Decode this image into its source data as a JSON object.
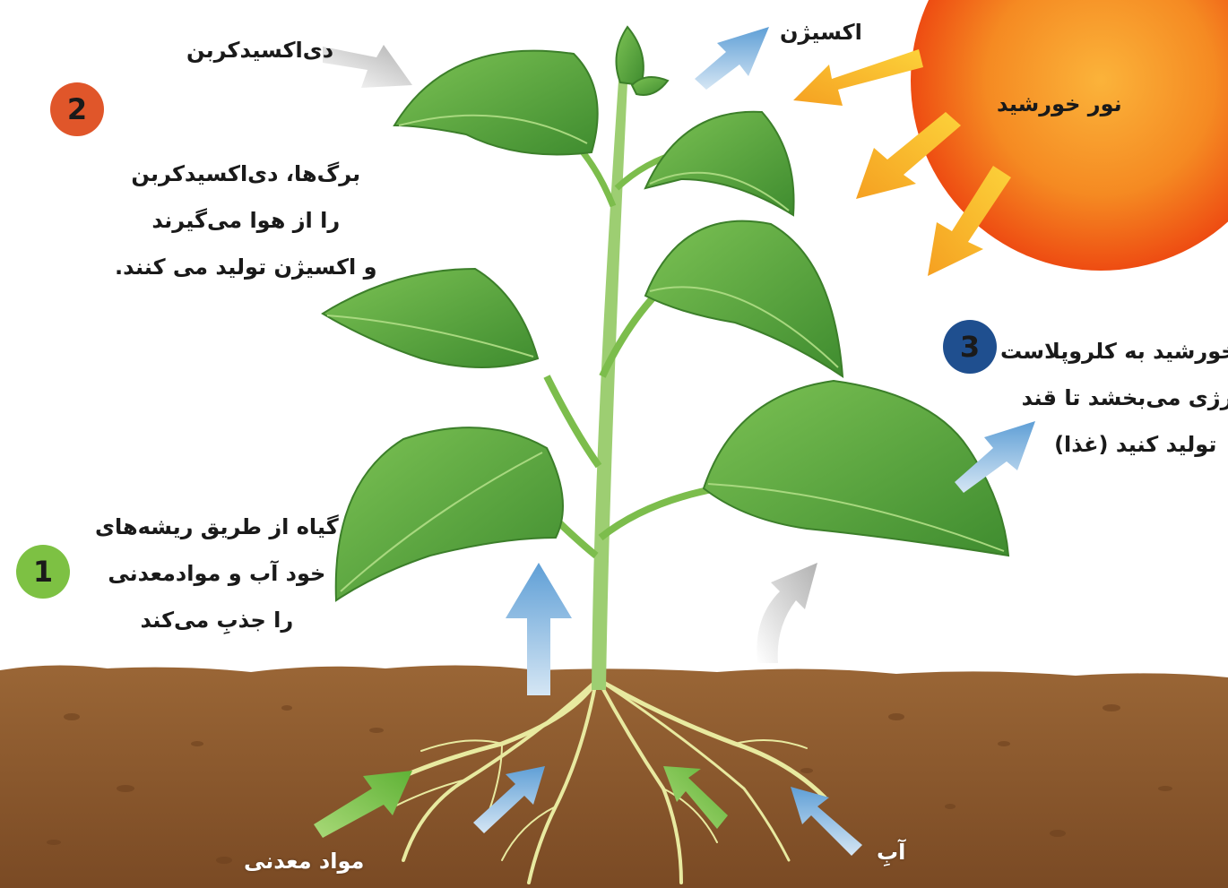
{
  "labels": {
    "carbon_dioxide": "دی‌اکسیدکربن",
    "oxygen": "اکسیژن",
    "sunlight": "نور خورشید",
    "minerals": "مواد معدنی",
    "water": "آبِ"
  },
  "steps": [
    {
      "number": "1",
      "color": "#7dc143",
      "lines": [
        "گیاه از طریق ریشه‌های",
        "خود آب و موادمعدنی",
        "را جذبِ می‌کند"
      ]
    },
    {
      "number": "2",
      "color": "#e0562a",
      "lines": [
        "برگ‌ها، دی‌اکسیدکربن",
        "را از هوا می‌گیرند",
        "و اکسیژن تولید می کنند."
      ]
    },
    {
      "number": "3",
      "color": "#1f4f8f",
      "lines": [
        "نورخورشید به کلروپلاست",
        "انرژی می‌بخشد تا قند",
        "تولید کنید (غذا)"
      ]
    }
  ],
  "colors": {
    "soil": "#8a5a30",
    "leaf": "#5aa33a",
    "sun": "#f25a16",
    "sun_arrow": "#f5b227",
    "blue_arrow": "#6fa6d6",
    "gray_arrow": "#bdbdbd",
    "green_arrow": "#7ac143"
  }
}
